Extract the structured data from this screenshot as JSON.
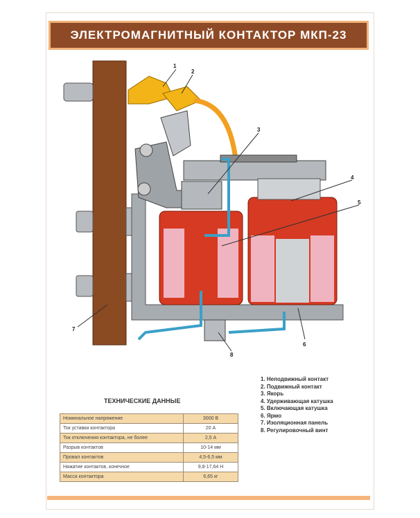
{
  "title": "ЭЛЕКТРОМАГНИТНЫЙ КОНТАКТОР МКП-23",
  "callouts": [
    "1",
    "2",
    "3",
    "4",
    "5",
    "6",
    "7",
    "8"
  ],
  "legend": [
    "1. Неподвижный контакт",
    "2. Подвижный контакт",
    "3. Якорь",
    "4. Удерживающая катушка",
    "5. Включающая катушка",
    "6. Ярмо",
    "7. Изоляционная панель",
    "8. Регулировочный винт"
  ],
  "table_title": "ТЕХНИЧЕСКИЕ ДАННЫЕ",
  "table": [
    {
      "param": "Номинальное напряжение",
      "value": "3000 В"
    },
    {
      "param": "Ток уставки контактора",
      "value": "20 А"
    },
    {
      "param": "Ток отключения контактора, не более",
      "value": "2,5 А"
    },
    {
      "param": "Разрыв контактов",
      "value": "10-14 мм"
    },
    {
      "param": "Провал контактов",
      "value": "4,5-6,5 мм"
    },
    {
      "param": "Нажатие контактов, конечное",
      "value": "9,8-17,64 Н"
    },
    {
      "param": "Масса контактора",
      "value": "6,65 кг"
    }
  ]
}
